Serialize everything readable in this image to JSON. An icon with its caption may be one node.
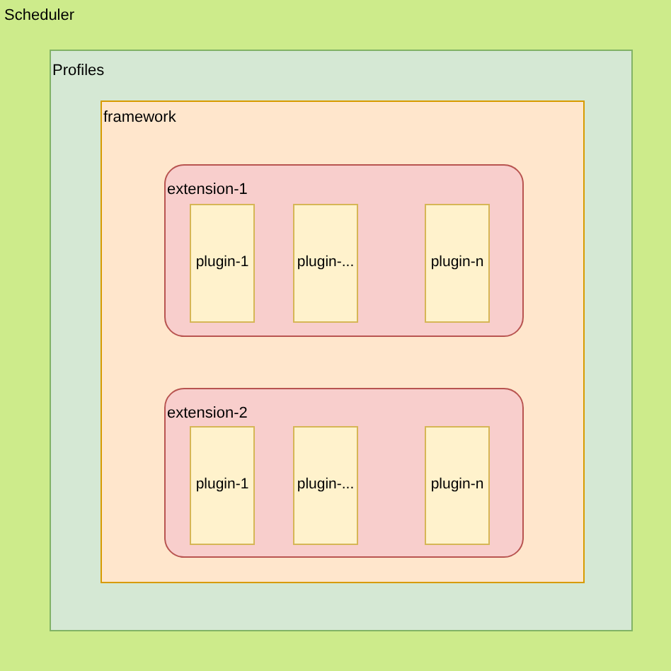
{
  "diagram": {
    "nodes": [
      {
        "text": [
          "Scheduler"
        ]
      },
      {
        "text": [
          "Profiles"
        ],
        "in": 0
      },
      {
        "text": [
          "framework"
        ],
        "in": 1
      },
      {
        "text": [
          "extension-1"
        ],
        "in": 2
      },
      {
        "text": [
          "plugin-1"
        ],
        "in": 3
      },
      {
        "text": [
          "plugin-..."
        ],
        "in": 3
      },
      {
        "text": [
          "plugin-n"
        ],
        "in": 3
      },
      {
        "text": [
          "extension-2"
        ],
        "in": 2
      },
      {
        "text": [
          "plugin-1"
        ],
        "in": 7
      },
      {
        "text": [
          "plugin-..."
        ],
        "in": 7
      },
      {
        "text": [
          "plugin-n"
        ],
        "in": 7
      }
    ]
  }
}
